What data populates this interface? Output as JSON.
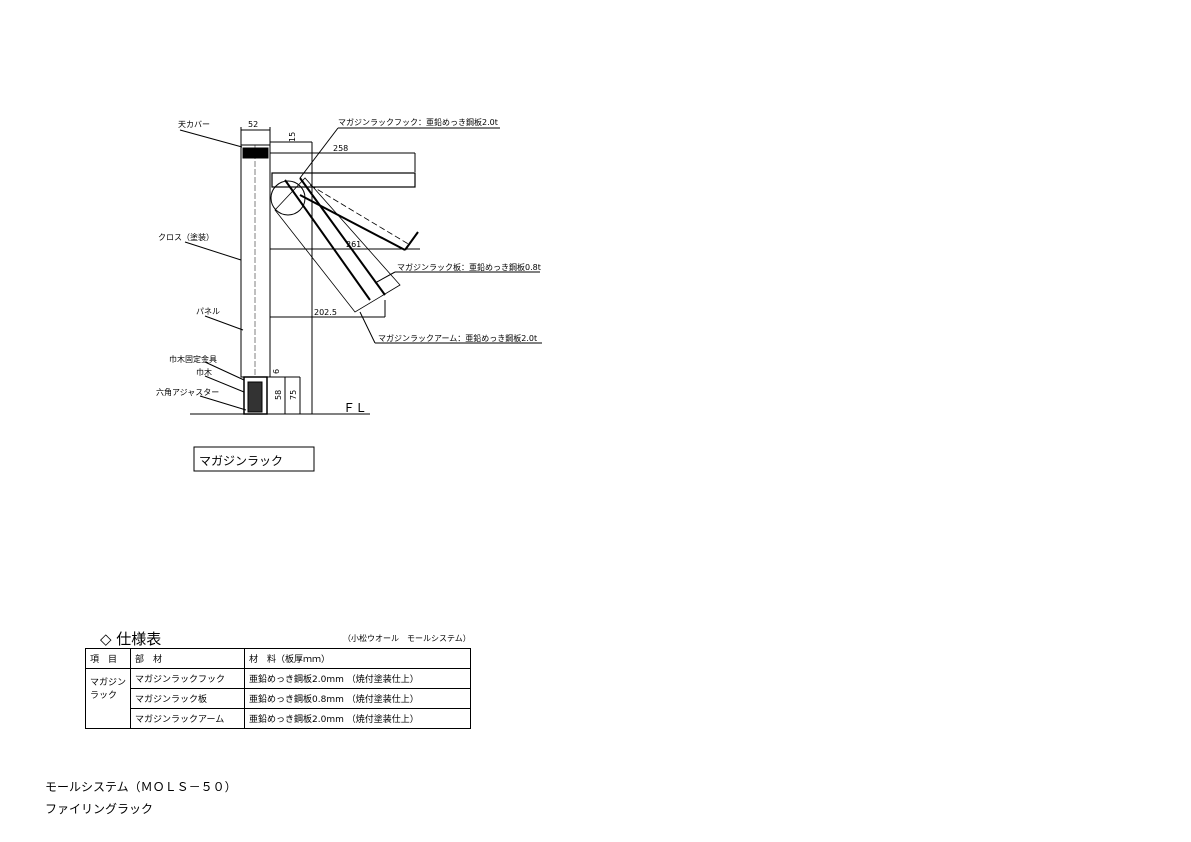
{
  "drawing": {
    "labels": {
      "top_cover": "天カバー",
      "cloth": "クロス（塗装）",
      "panel": "パネル",
      "baseboard_bracket": "巾木固定金具",
      "baseboard": "巾木",
      "hex_adjuster": "六角アジャスター",
      "hook": "マガジンラックフック：亜鉛めっき鋼板2.0t",
      "plate": "マガジンラック板：亜鉛めっき鋼板0.8t",
      "arm": "マガジンラックアーム：亜鉛めっき鋼板2.0t",
      "floor_line": "ＦＬ"
    },
    "dimensions": {
      "width": "52",
      "top_offset": "15",
      "depth": "258",
      "diagonal": "261",
      "lower_depth": "202.5",
      "gap": "6",
      "base_inner": "58",
      "base_height": "75"
    },
    "title_box": "マガジンラック"
  },
  "spec": {
    "heading": "◇ 仕様表",
    "note": "（小松ウオール　モールシステム）",
    "headers": [
      "項　目",
      "部　材",
      "材　料（板厚ｍｍ）"
    ],
    "item": "マガジン ラック",
    "rows": [
      {
        "part": "マガジンラックフック",
        "material": "亜鉛めっき鋼板2.0mm （焼付塗装仕上）"
      },
      {
        "part": "マガジンラック板",
        "material": "亜鉛めっき鋼板0.8mm （焼付塗装仕上）"
      },
      {
        "part": "マガジンラックアーム",
        "material": "亜鉛めっき鋼板2.0mm （焼付塗装仕上）"
      }
    ]
  },
  "footer": {
    "line1": "モールシステム（ＭＯＬＳ－５０）",
    "line2": "ファイリングラック"
  }
}
